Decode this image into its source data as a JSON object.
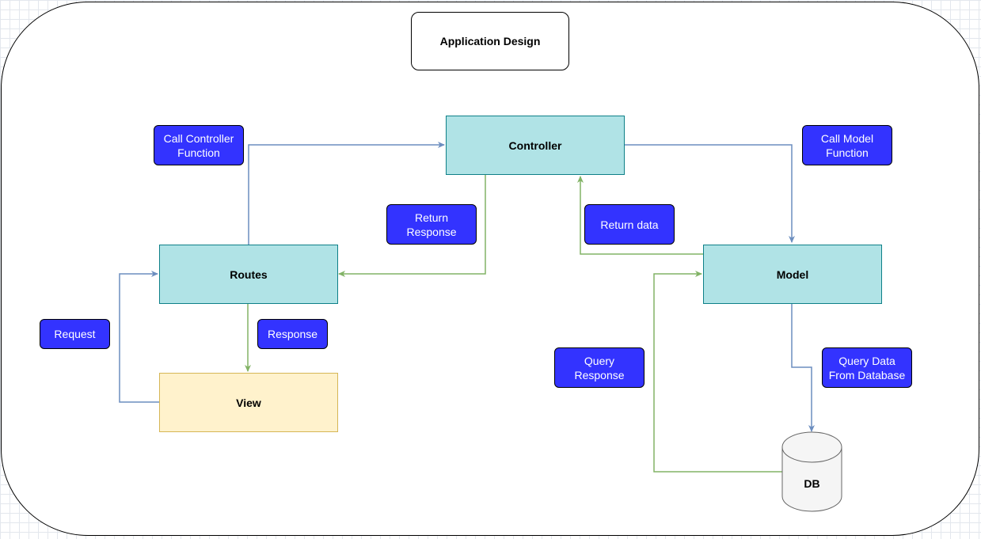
{
  "title": "Application Design",
  "nodes": {
    "controller": "Controller",
    "routes": "Routes",
    "model": "Model",
    "view": "View",
    "db": "DB"
  },
  "labels": {
    "call_controller": "Call Controller\nFunction",
    "call_model": "Call Model\nFunction",
    "return_response": "Return\nResponse",
    "return_data": "Return data",
    "request": "Request",
    "response": "Response",
    "query_response": "Query\nResponse",
    "query_data": "Query Data\nFrom Database"
  },
  "colors": {
    "teal_fill": "#b0e3e6",
    "teal_stroke": "#0e8088",
    "yellow_fill": "#fff2cc",
    "yellow_stroke": "#d6b656",
    "label_fill": "#3333ff",
    "blue_edge": "#6c8ebf",
    "green_edge": "#82b366",
    "db_fill": "#f5f5f5"
  }
}
